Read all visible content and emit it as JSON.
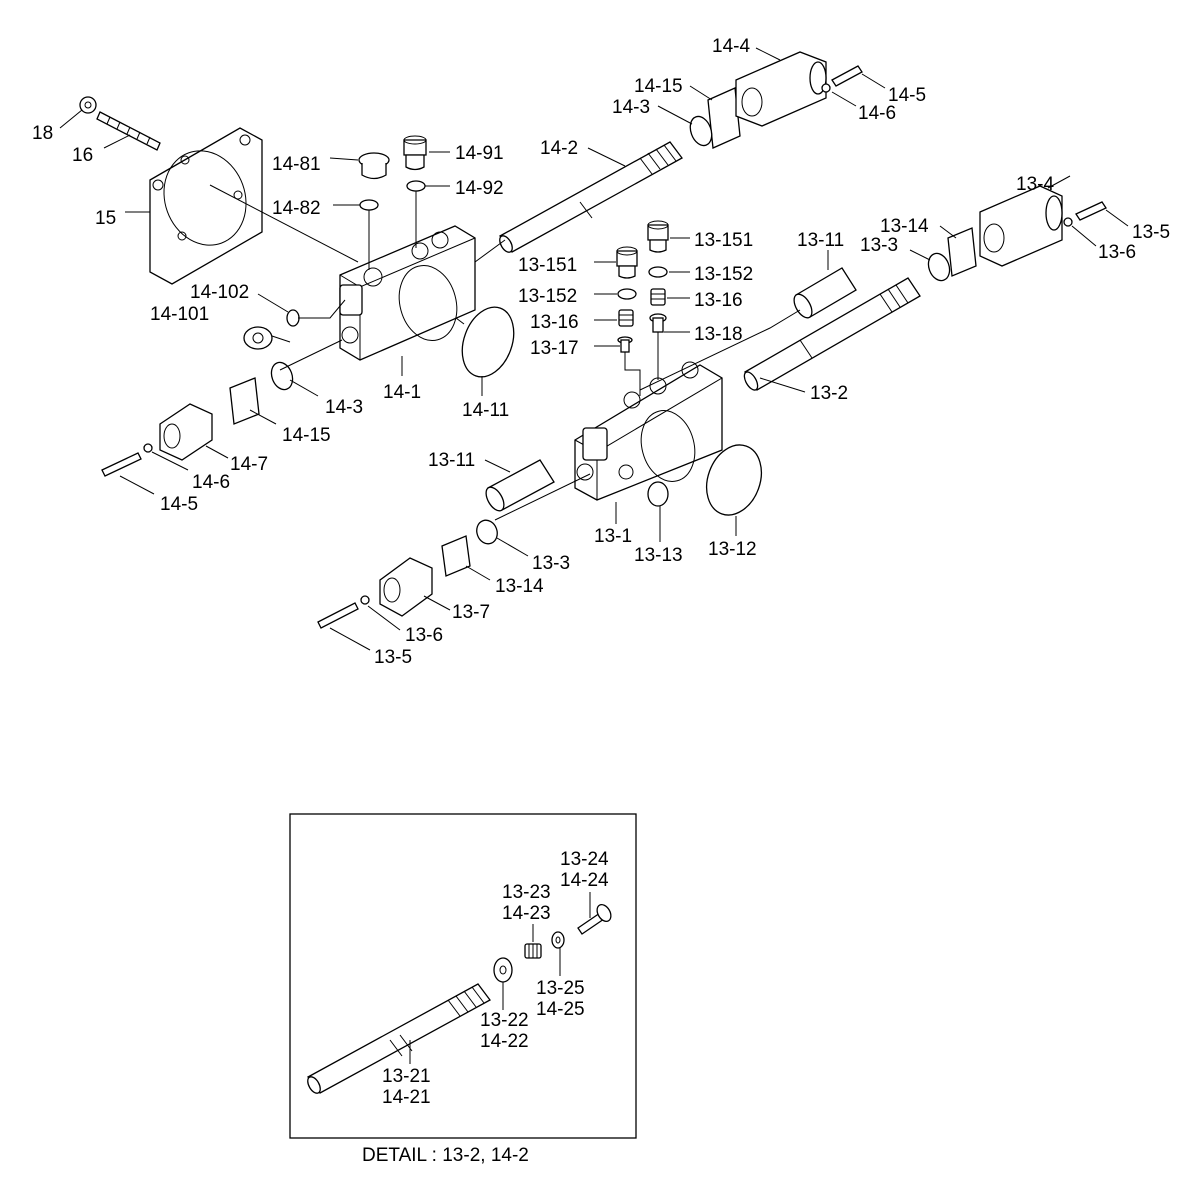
{
  "callouts": {
    "l18": "18",
    "l16": "16",
    "l15": "15",
    "l14_81": "14-81",
    "l14_82": "14-82",
    "l14_91": "14-91",
    "l14_92": "14-92",
    "l14_2": "14-2",
    "l14_15a": "14-15",
    "l14_3a": "14-3",
    "l14_4": "14-4",
    "l14_5a": "14-5",
    "l14_6a": "14-6",
    "l14_102": "14-102",
    "l14_101": "14-101",
    "l14_1": "14-1",
    "l14_3b": "14-3",
    "l14_11": "14-11",
    "l14_15b": "14-15",
    "l14_7": "14-7",
    "l14_6b": "14-6",
    "l14_5b": "14-5",
    "l13_4": "13-4",
    "l13_5a": "13-5",
    "l13_6a": "13-6",
    "l13_14a": "13-14",
    "l13_3a": "13-3",
    "l13_11a": "13-11",
    "l13_151a": "13-151",
    "l13_151b": "13-151",
    "l13_152a": "13-152",
    "l13_152b": "13-152",
    "l13_16a": "13-16",
    "l13_16b": "13-16",
    "l13_18": "13-18",
    "l13_17": "13-17",
    "l13_2": "13-2",
    "l13_11b": "13-11",
    "l13_1": "13-1",
    "l13_13": "13-13",
    "l13_12": "13-12",
    "l13_3b": "13-3",
    "l13_14b": "13-14",
    "l13_7": "13-7",
    "l13_6b": "13-6",
    "l13_5b": "13-5",
    "d13_24": "13-24",
    "d14_24": "14-24",
    "d13_23": "13-23",
    "d14_23": "14-23",
    "d13_25": "13-25",
    "d14_25": "14-25",
    "d13_22": "13-22",
    "d14_22": "14-22",
    "d13_21": "13-21",
    "d14_21": "14-21"
  },
  "detail_caption": "DETAIL : 13-2, 14-2"
}
